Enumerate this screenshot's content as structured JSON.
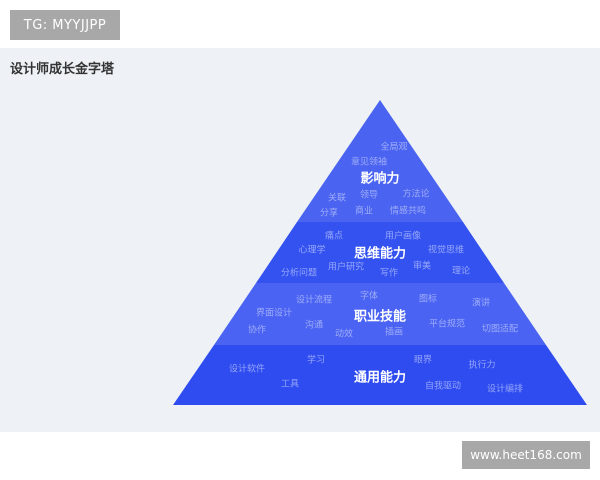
{
  "badge": {
    "text": "TG: MYYJJPP"
  },
  "panel": {
    "title": "设计师成长金字塔"
  },
  "colors": {
    "background": "#eef2f6",
    "level1": "#4a63f0",
    "level2": "#3352f0",
    "level3": "#4a63f2",
    "level4": "#2f4cf0"
  },
  "pyramid": {
    "levels": [
      {
        "title": "影响力",
        "keywords": [
          "全局观",
          "意见领袖",
          "关联",
          "领导",
          "方法论",
          "分享",
          "商业",
          "情感共鸣"
        ]
      },
      {
        "title": "思维能力",
        "keywords": [
          "痛点",
          "用户画像",
          "心理学",
          "视觉思维",
          "用户研究",
          "审美",
          "分析问题",
          "写作",
          "理论"
        ]
      },
      {
        "title": "职业技能",
        "keywords": [
          "设计流程",
          "字体",
          "图标",
          "演讲",
          "界面设计",
          "沟通",
          "平台规范",
          "协作",
          "动效",
          "插画",
          "切图适配"
        ]
      },
      {
        "title": "通用能力",
        "keywords": [
          "学习",
          "眼界",
          "执行力",
          "设计软件",
          "工具",
          "自我驱动",
          "设计编排"
        ]
      }
    ]
  },
  "watermark": {
    "text": "www.heet168.com"
  }
}
